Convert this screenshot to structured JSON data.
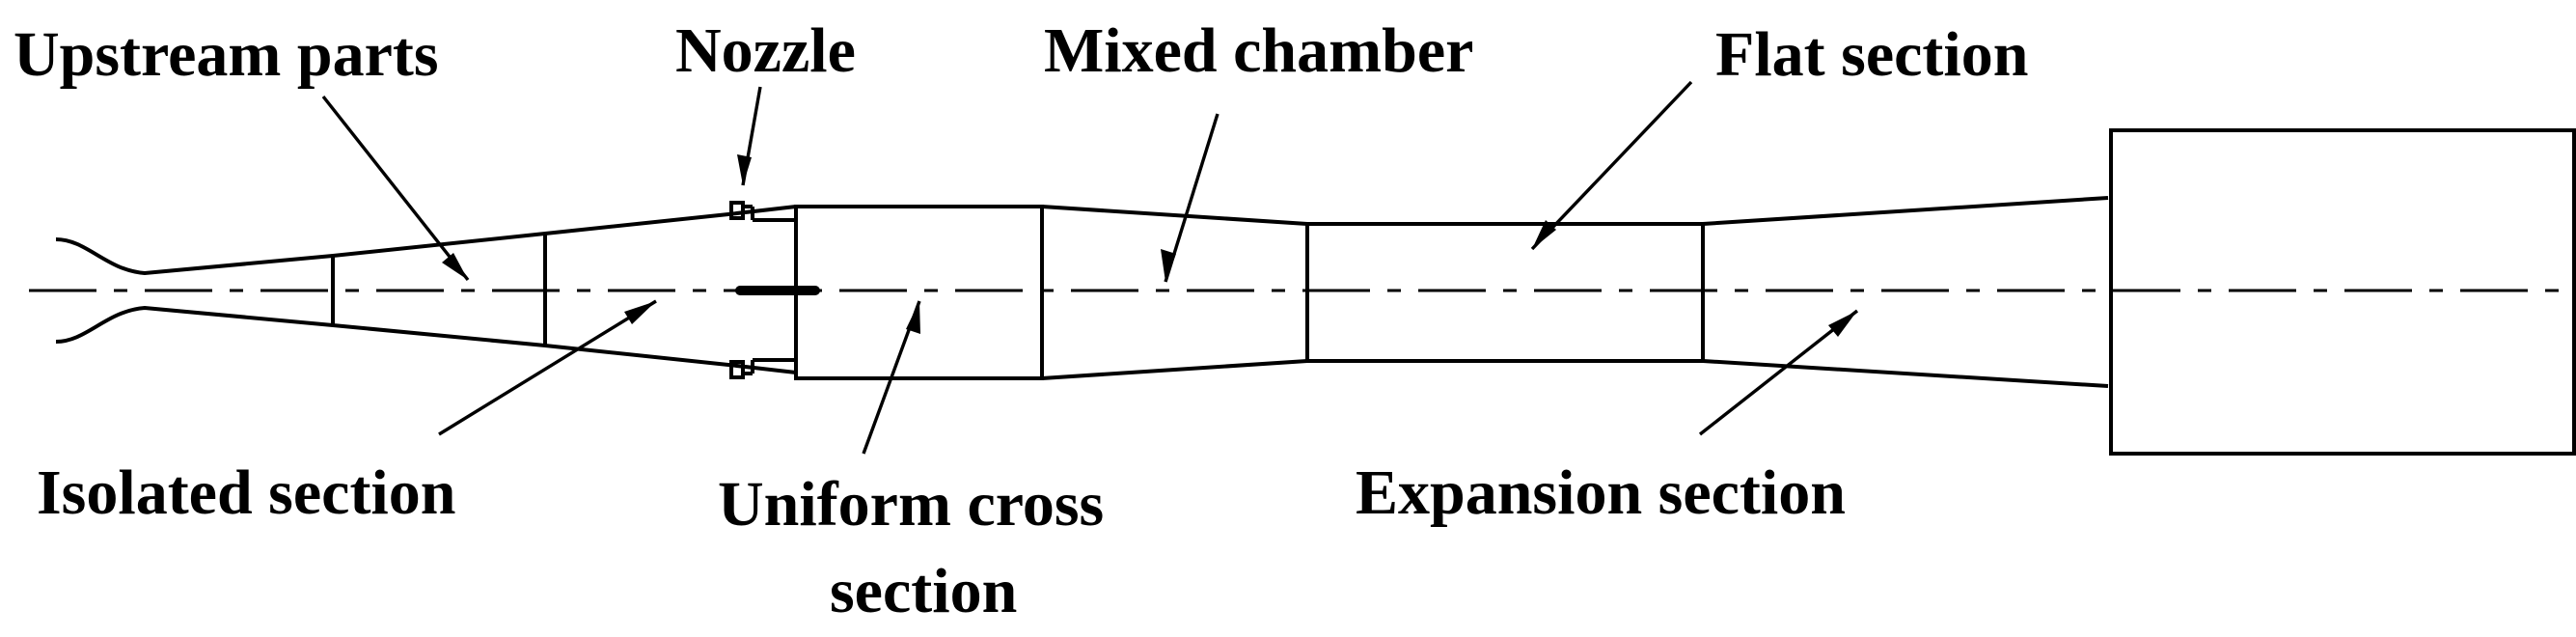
{
  "labels": {
    "upstream_parts": "Upstream parts",
    "nozzle": "Nozzle",
    "mixed_chamber": "Mixed chamber",
    "flat_section": "Flat section",
    "isolated_section": "Isolated section",
    "uniform_cross_section_line1": "Uniform cross",
    "uniform_cross_section_line2": "section",
    "expansion_section": "Expansion section"
  },
  "colors": {
    "stroke": "#000000",
    "background": "#ffffff"
  }
}
